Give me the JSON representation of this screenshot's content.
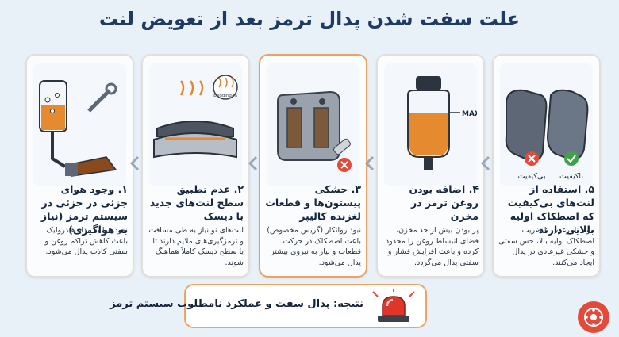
{
  "title": "علت سفت شدن پدال ترمز بعد از تعویض لنت",
  "panels": [
    {
      "title": "۵. استفاده از لنت‌های بی‌کیفیت که اصطکاک اولیه بالایی دارند",
      "desc": "مواد نامرغوب با ضریب اصطکاک اولیه بالا، حس سفتی و خشکی غیرعادی در پدال ایجاد می‌کنند.",
      "labels": {
        "bad": "بی‌کیفیت",
        "good": "باکیفیت"
      }
    },
    {
      "title": "۴. اضافه بودن روغن ترمز در مخزن",
      "desc": "پر بودن بیش از حد مخزن، فضای انبساط روغن را محدود کرده و باعث افزایش فشار و سفتی پدال می‌گردد.",
      "labels": {
        "max": "MAX"
      }
    },
    {
      "title": "۳. خشکی پیستون‌ها و قطعات لغزنده کالیپر",
      "desc": "نبود روانکار (گریس مخصوص) باعث اصطکاک در حرکت قطعات و نیاز به نیروی بیشتر پدال می‌شود."
    },
    {
      "title": "۲. عدم تطبیق سطح لنت‌های جدید با دیسک",
      "desc": "لنت‌های نو نیاز به طی مسافت و ترمزگیری‌های ملایم دارند تا با سطح دیسک کاملاً هماهنگ شوند.",
      "labels": {
        "badge": "Bedding-in"
      }
    },
    {
      "title": "۱. وجود هوای جزئی در جزئی در سیستم ترمز (نیاز به هواگیری)",
      "desc": "نفوذ هوا به مدار هیدرولیک باعث کاهش تراکم روغن و سفتی کاذب پدال می‌شود."
    }
  ],
  "result": {
    "text": "نتیجه: پدال سفت و عملکرد نامطلوب سیستم ترمز"
  },
  "colors": {
    "accent": "#f0a45f",
    "navy": "#1f3b63",
    "brake_fluid": "#e58a2e",
    "bg": "#e9f1f8"
  }
}
